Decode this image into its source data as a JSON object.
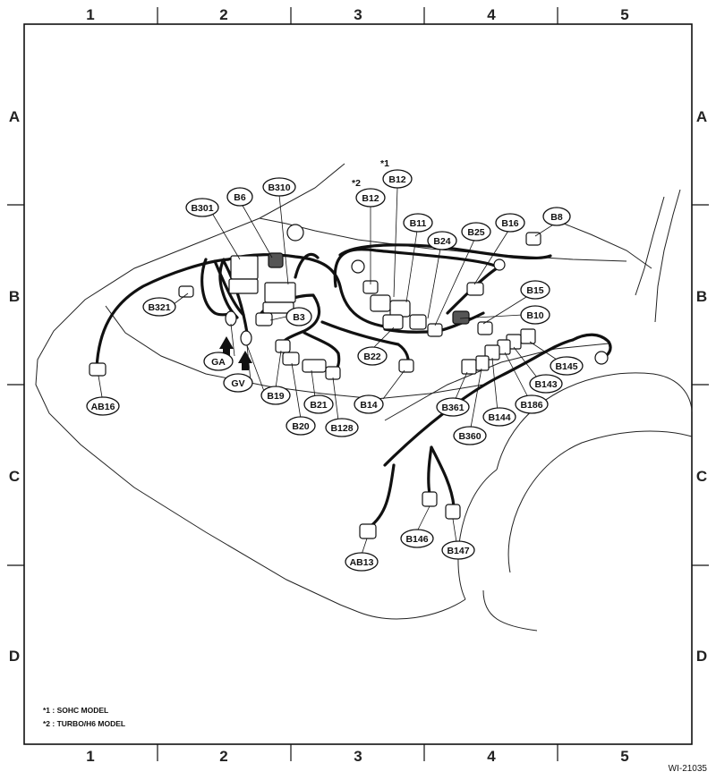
{
  "grid": {
    "columns": [
      "1",
      "2",
      "3",
      "4",
      "5"
    ],
    "rows": [
      "A",
      "B",
      "C",
      "D"
    ]
  },
  "callouts": {
    "B301": "B301",
    "B6": "B6",
    "B310": "B310",
    "B12_sohc": "B12",
    "B12_turbo": "B12",
    "B11": "B11",
    "B24": "B24",
    "B25": "B25",
    "B16": "B16",
    "B8": "B8",
    "B15": "B15",
    "B10": "B10",
    "B321": "B321",
    "B3": "B3",
    "GA": "GA",
    "GV": "GV",
    "B19": "B19",
    "B21": "B21",
    "B20": "B20",
    "B128": "B128",
    "B22": "B22",
    "B14": "B14",
    "AB16": "AB16",
    "B145": "B145",
    "B143": "B143",
    "B186": "B186",
    "B144": "B144",
    "B361": "B361",
    "B360": "B360",
    "B146": "B146",
    "B147": "B147",
    "AB13": "AB13"
  },
  "markers": {
    "star1": "*1",
    "star2": "*2"
  },
  "notes": [
    "*1 : SOHC MODEL",
    "*2 : TURBO/H6 MODEL"
  ],
  "figure_id": "WI-21035"
}
